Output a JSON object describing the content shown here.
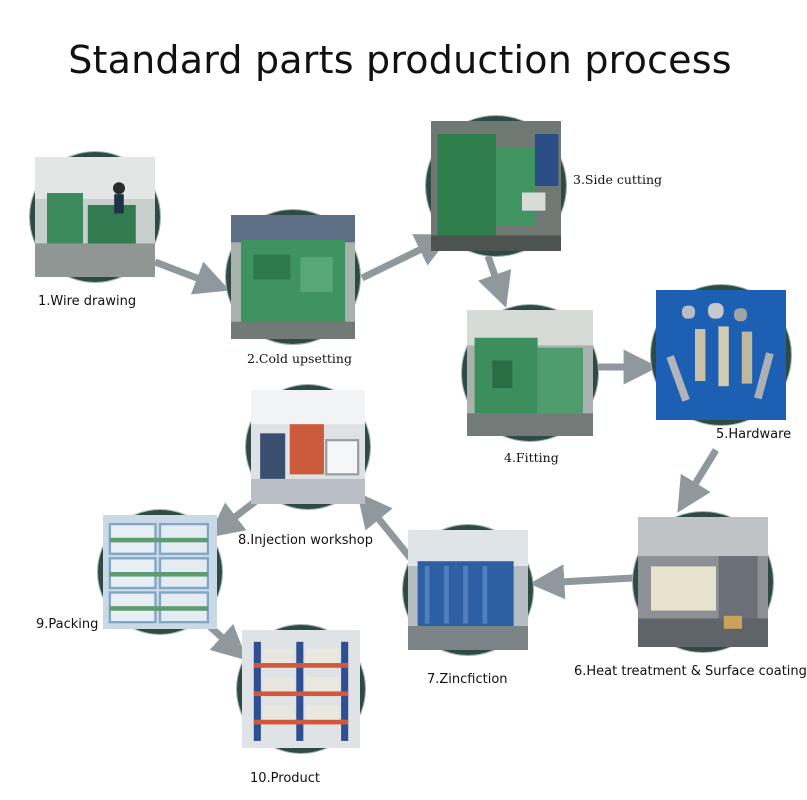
{
  "title": "Standard parts production process",
  "steps": [
    {
      "label": "1.Wire drawing",
      "image": "wire-drawing-machine-photo"
    },
    {
      "label": "2.Cold upsetting",
      "image": "cold-heading-machine-photo"
    },
    {
      "label": "3.Side cutting",
      "image": "side-cutting-machine-photo"
    },
    {
      "label": "4.Fitting",
      "image": "thread-rolling-machine-photo"
    },
    {
      "label": "5.Hardware",
      "image": "fastener-parts-photo"
    },
    {
      "label": "6.Heat treatment & Surface coating",
      "image": "heat-treatment-furnace-photo"
    },
    {
      "label": "7.Zincfiction",
      "image": "zinc-plating-line-photo"
    },
    {
      "label": "8.Injection workshop",
      "image": "injection-workshop-photo"
    },
    {
      "label": "9.Packing",
      "image": "packed-boxes-photo"
    },
    {
      "label": "10.Product",
      "image": "warehouse-racks-photo"
    }
  ],
  "colors": {
    "ring": "#2f4a45",
    "arrow": "#8e989d",
    "machine_green": "#3f8f5f",
    "text": "#111111"
  }
}
